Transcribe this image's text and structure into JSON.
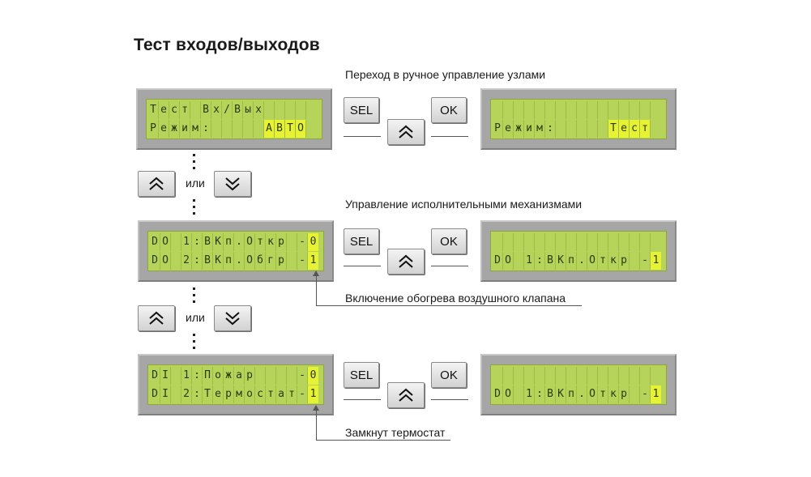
{
  "title": "Тест входов/выходов",
  "captions": {
    "manual": "Переход в ручное управление узлами",
    "actuators": "Управление исполнительными механизмами",
    "heating": "Включение обогрева воздушного клапана",
    "thermostat": "Замкнут термостат"
  },
  "buttons": {
    "sel": "SEL",
    "ok": "OK",
    "or": "или",
    "up_icon": "chevron-double-up-icon",
    "down_icon": "chevron-double-down-icon"
  },
  "lcd": {
    "s1_left": {
      "rows": [
        "Тест Вх/Вых    ",
        "Режим:     АВТО"
      ],
      "highlight": [
        [],
        [
          11,
          12,
          13,
          14
        ]
      ]
    },
    "s1_right": {
      "rows": [
        "               ",
        "Режим:     Тест"
      ],
      "highlight": [
        [],
        [
          11,
          12,
          13,
          14
        ]
      ]
    },
    "s2_left": {
      "rows": [
        "DO 1:ВКп.Откр -0",
        "DO 2:ВКп.Обгр -1"
      ],
      "highlight": [
        [
          15
        ],
        [
          15
        ]
      ]
    },
    "s2_right": {
      "rows": [
        "                ",
        "DO 1:ВКп.Откр -1"
      ],
      "highlight": [
        [],
        [
          15
        ]
      ]
    },
    "s3_left": {
      "rows": [
        "DI 1:Пожар    -0",
        "DI 2:Термостат-1"
      ],
      "highlight": [
        [
          15
        ],
        [
          15
        ]
      ]
    },
    "s3_right": {
      "rows": [
        "                ",
        "DO 1:ВКп.Откр -1"
      ],
      "highlight": [
        [],
        [
          15
        ]
      ]
    }
  },
  "colors": {
    "lcd_green": "#b6d45a",
    "lcd_highlight": "#e6f233",
    "frame": "#a6a6a6"
  }
}
